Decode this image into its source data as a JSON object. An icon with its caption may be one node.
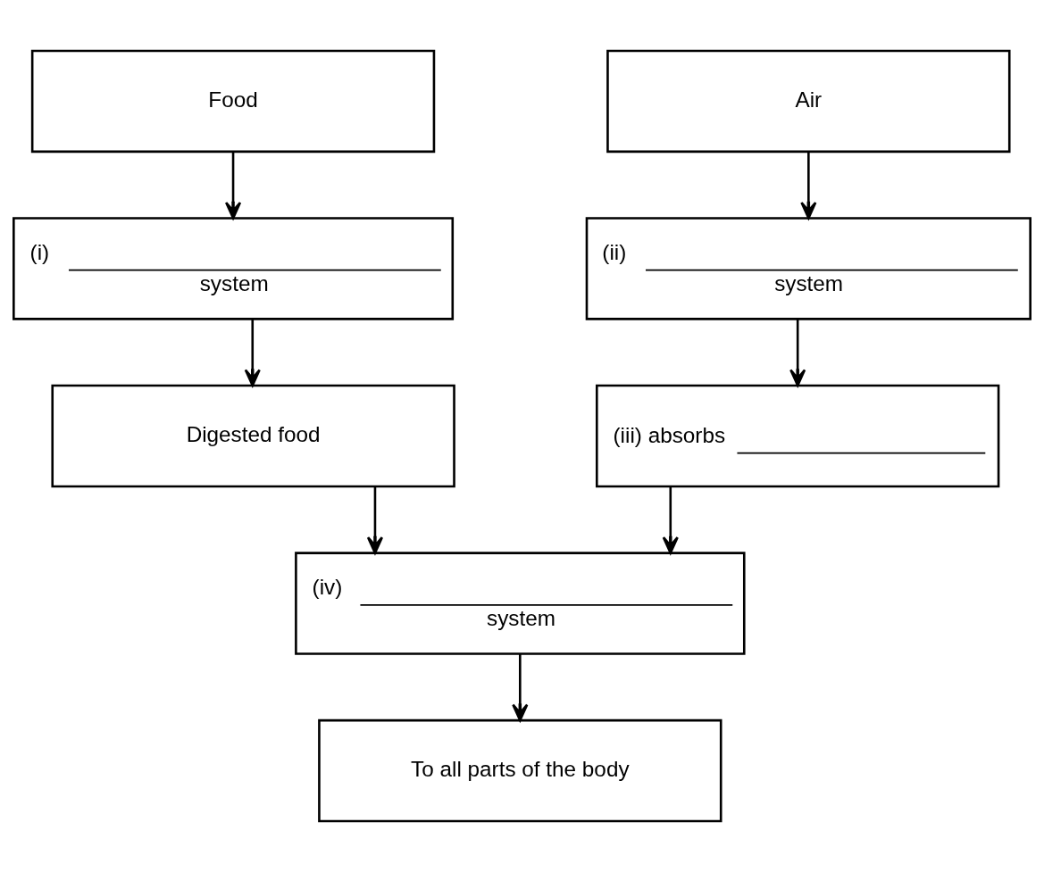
{
  "diagram": {
    "nodes": [
      {
        "text": [
          "Food"
        ]
      },
      {
        "text": [
          "Air"
        ]
      },
      {
        "text": [
          "(i)",
          "system"
        ]
      },
      {
        "text": [
          "(ii)",
          "system"
        ]
      },
      {
        "text": [
          "Digested food"
        ]
      },
      {
        "text": [
          "(iii) absorbs"
        ]
      },
      {
        "text": [
          "(iv)",
          "system"
        ]
      },
      {
        "text": [
          "To all parts of the body"
        ]
      }
    ],
    "edges": [
      {
        "from": 0,
        "to": 2,
        "arrow": "to"
      },
      {
        "from": 1,
        "to": 3,
        "arrow": "to"
      },
      {
        "from": 2,
        "to": 4,
        "arrow": "to"
      },
      {
        "from": 3,
        "to": 5,
        "arrow": "to"
      },
      {
        "from": 4,
        "to": 6,
        "arrow": "to"
      },
      {
        "from": 5,
        "to": 6,
        "arrow": "to"
      },
      {
        "from": 6,
        "to": 7,
        "arrow": "to"
      }
    ]
  }
}
